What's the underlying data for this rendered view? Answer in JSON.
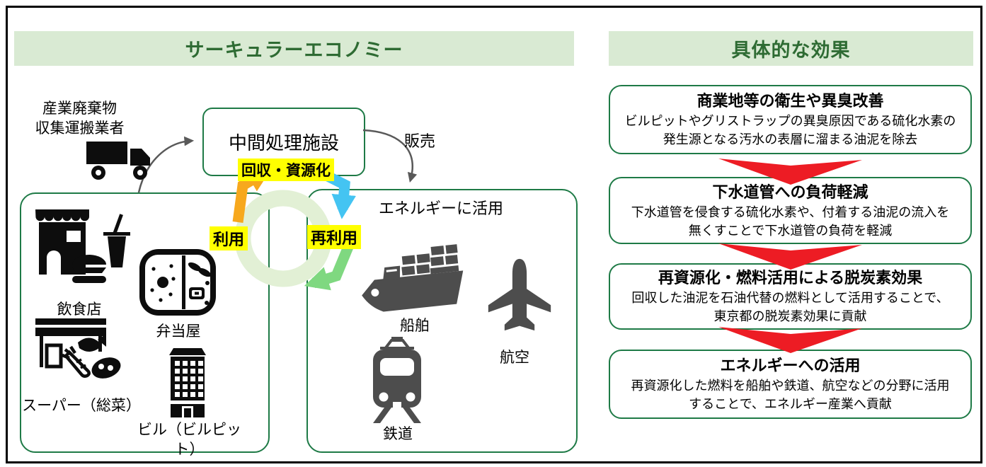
{
  "panel_left": {
    "title": "サーキュラーエコノミー",
    "supplier": {
      "line1": "産業廃棄物",
      "line2": "収集運搬業者"
    },
    "facility_label": "中間処理施設",
    "sale_label": "販売",
    "cycle": {
      "collect": "回収・資源化",
      "use": "利用",
      "reuse": "再利用"
    },
    "sources_box": {
      "items": [
        {
          "icon": "restaurant-icon",
          "label": "飲食店"
        },
        {
          "icon": "bento-icon",
          "label": "弁当屋"
        },
        {
          "icon": "supermarket-icon",
          "label": "スーパー（総菜）"
        },
        {
          "icon": "building-icon",
          "label": "ビル（ビルピット）"
        }
      ]
    },
    "energy_box": {
      "title": "エネルギーに活用",
      "items": [
        {
          "icon": "ship-icon",
          "label": "船舶"
        },
        {
          "icon": "airplane-icon",
          "label": "航空"
        },
        {
          "icon": "train-icon",
          "label": "鉄道"
        }
      ]
    }
  },
  "panel_right": {
    "title": "具体的な効果",
    "effects": [
      {
        "title": "商業地等の衛生や異臭改善",
        "body1": "ビルピットやグリストラップの異臭原因である硫化水素の",
        "body2": "発生源となる汚水の表層に溜まる油泥を除去"
      },
      {
        "title": "下水道管への負荷軽減",
        "body1": "下水道管を侵食する硫化水素や、付着する油泥の流入を",
        "body2": "無くすことで下水道管の負荷を軽減"
      },
      {
        "title": "再資源化・燃料活用による脱炭素効果",
        "body1": "回収した油泥を石油代替の燃料として活用することで、",
        "body2": "東京都の脱炭素効果に貢献"
      },
      {
        "title": "エネルギーへの活用",
        "body1": "再資源化した燃料を船舶や鉄道、航空などの分野に活用",
        "body2": "することで、エネルギー産業へ貢献"
      }
    ]
  },
  "colors": {
    "border_green": "#1e7a46",
    "band_bg": "#d9ead3",
    "band_text": "#2e6b33",
    "highlight_yellow": "#ffff00",
    "arrow_red": "#ed1c24",
    "cycle_orange": "#f7a81d",
    "cycle_blue": "#44c4f2",
    "cycle_green": "#7fd880",
    "cycle_ring": "#e2f0d5",
    "icon_black": "#0d0d0d",
    "icon_gray": "#4d4d4d",
    "arrow_gray": "#595959"
  }
}
